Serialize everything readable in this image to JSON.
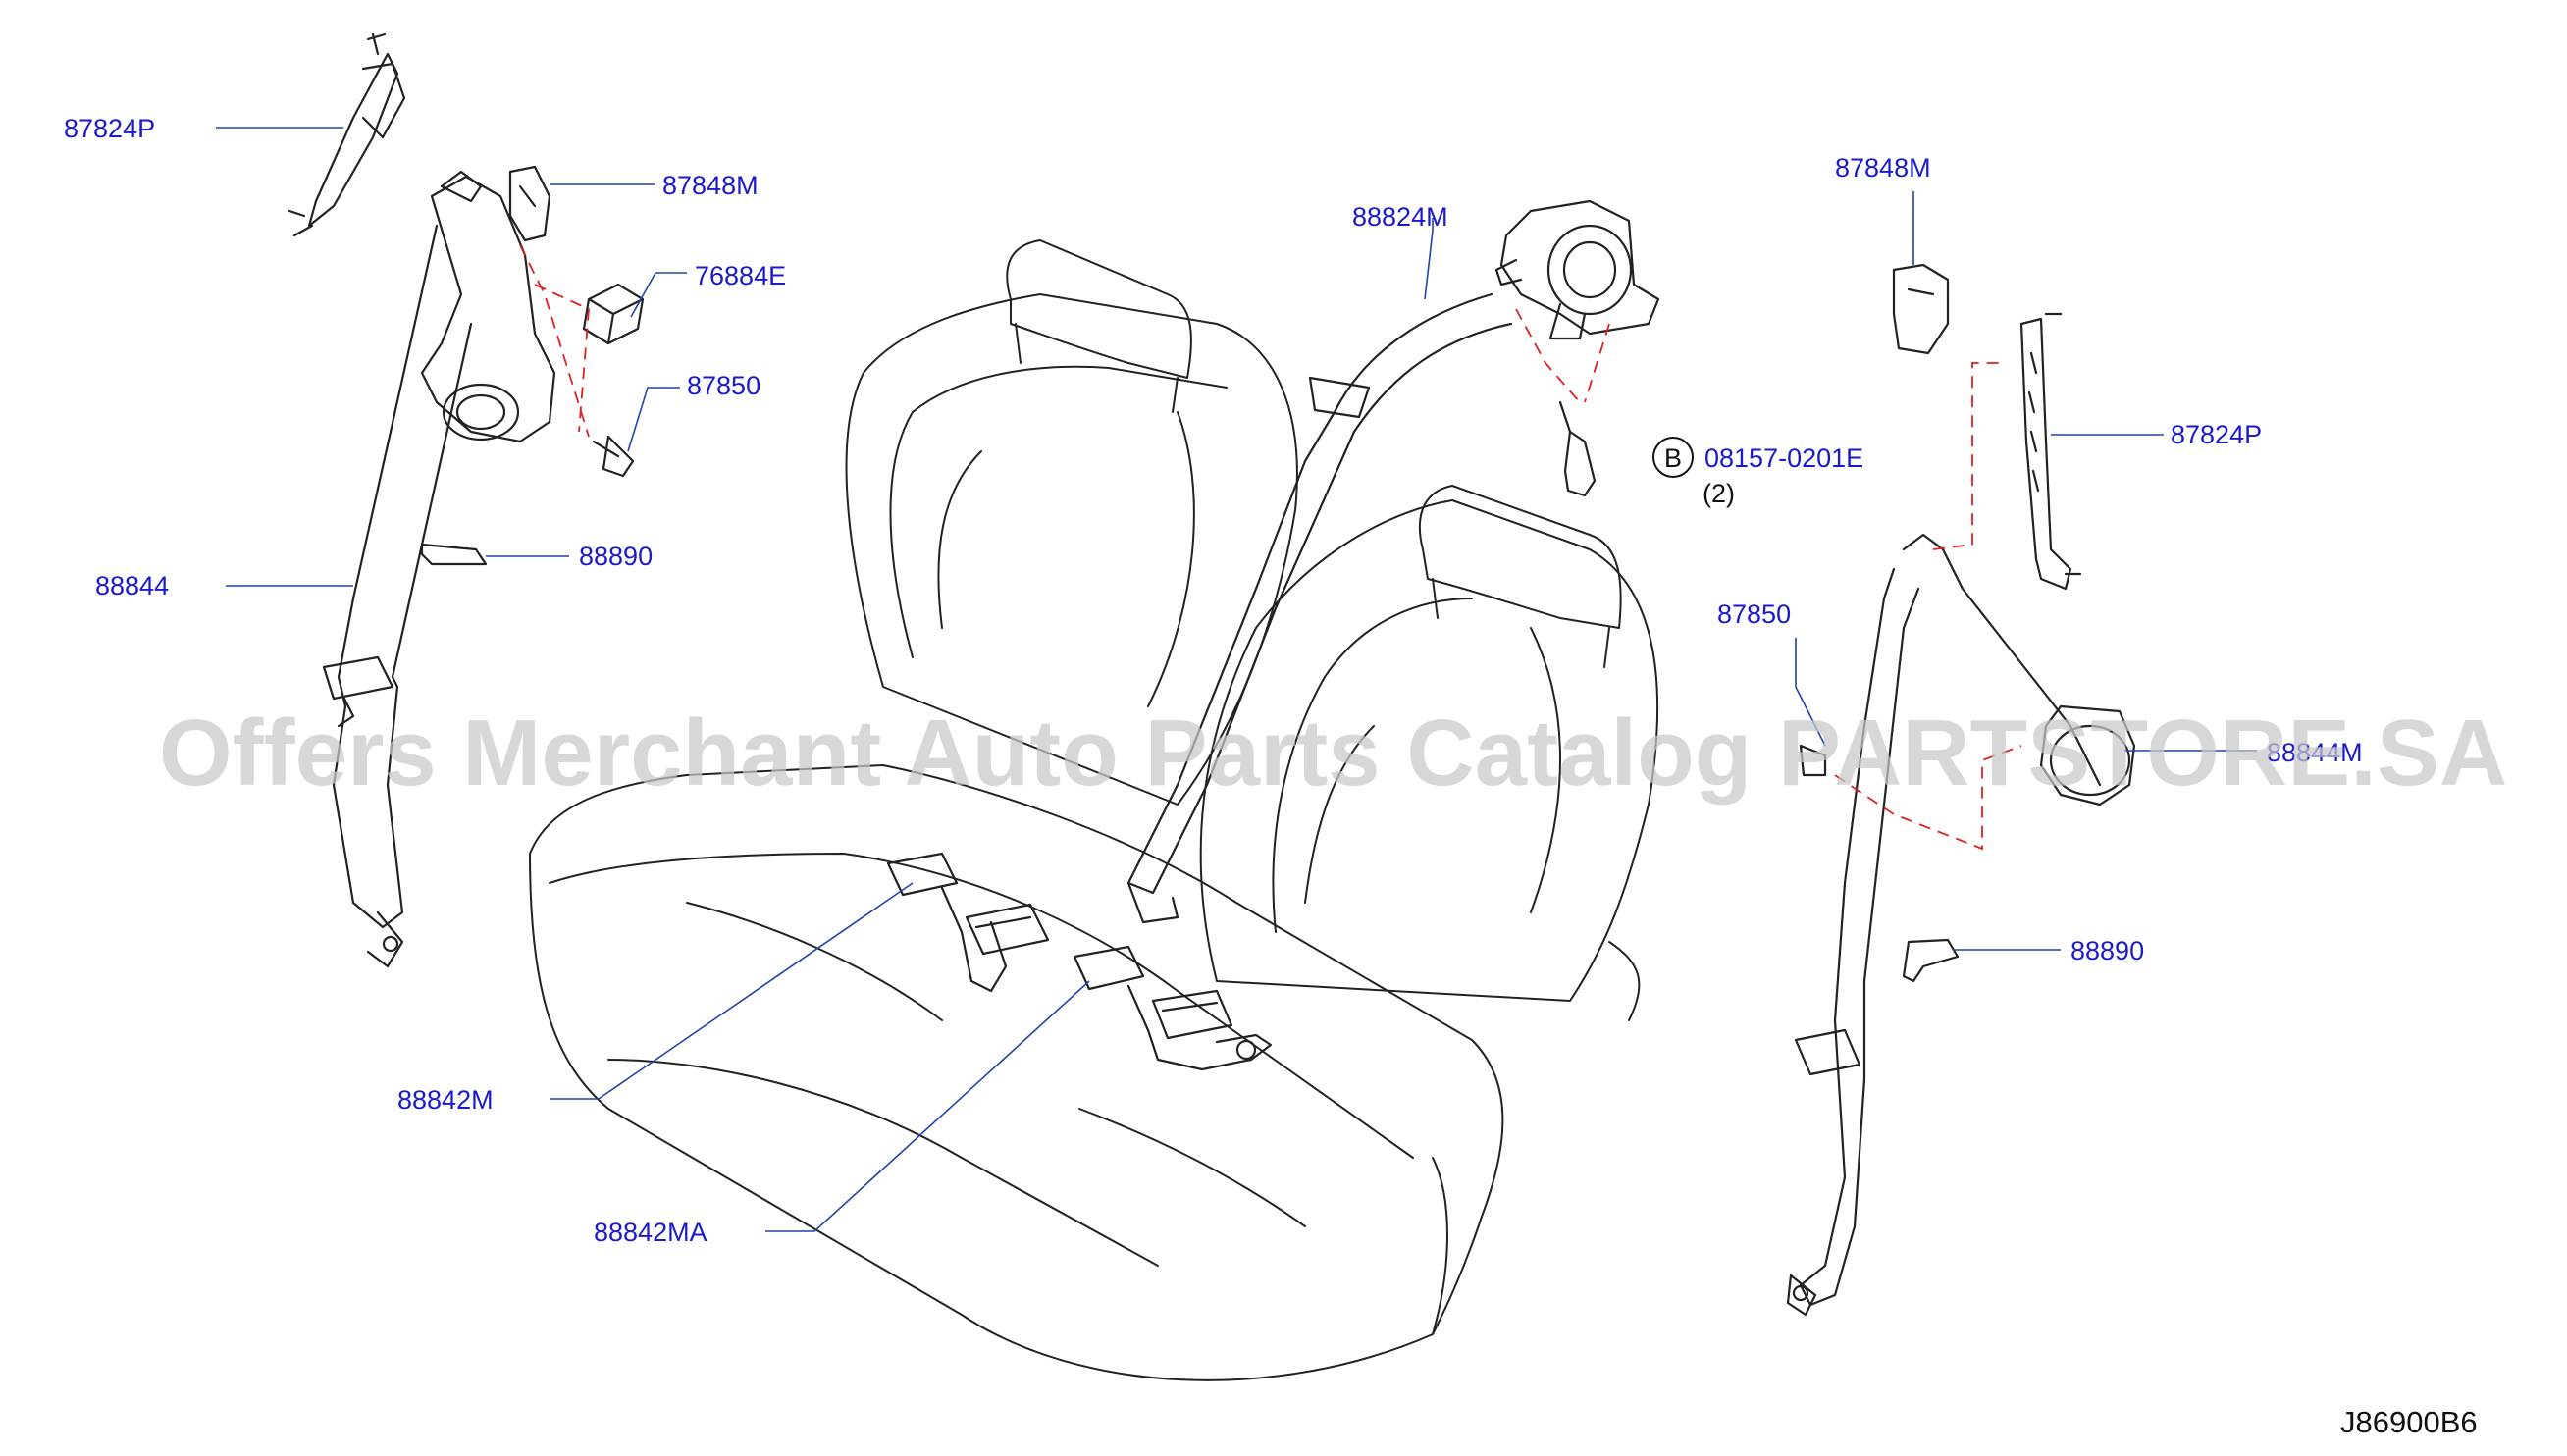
{
  "diagram_id": "J86900B6",
  "watermark": "Offers Merchant Auto Parts Catalog PARTSTORE.SA",
  "callouts": {
    "p87824P_left": "87824P",
    "p87848M_left": "87848M",
    "p76884E": "76884E",
    "p87850_left": "87850",
    "p88844_left": "88844",
    "p88890_left": "88890",
    "p88824M": "88824M",
    "p87848M_right": "87848M",
    "p87824P_right": "87824P",
    "bolt_marker": "B",
    "bolt_part": "08157-0201E",
    "bolt_qty": "(2)",
    "p87850_right": "87850",
    "p88844_right": "88844M",
    "p88890_right": "88890",
    "p88842M": "88842M",
    "p88842MA": "88842MA"
  }
}
